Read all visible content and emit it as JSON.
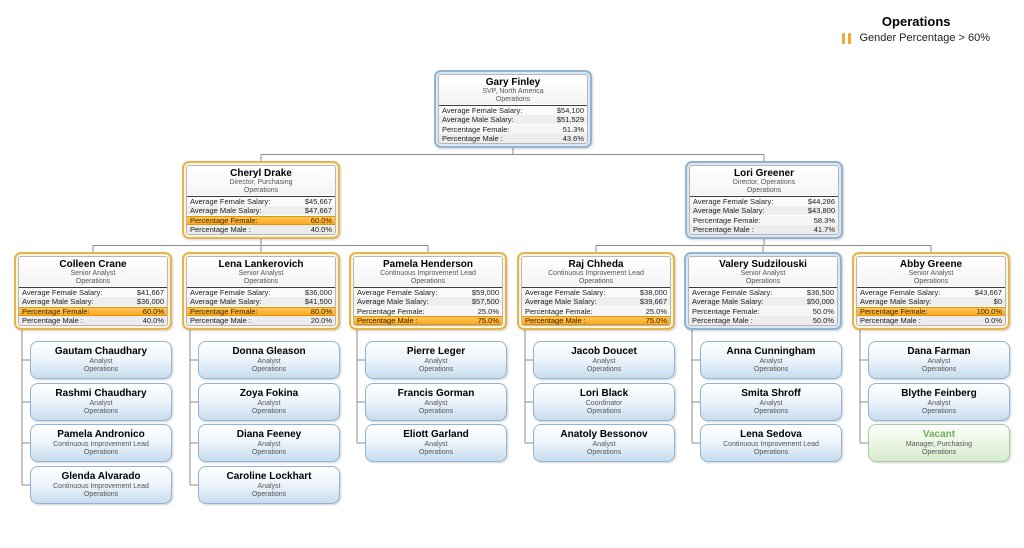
{
  "legend": {
    "title": "Operations",
    "item_label": "Gender Percentage > 60%",
    "bar_color": "#F0A830"
  },
  "row_labels": {
    "avg_female": "Average Female Salary:",
    "avg_male": "Average Male Salary:",
    "pct_female": "Percentage Female:",
    "pct_male": "Percentage Male :"
  },
  "colors": {
    "highlight_row": "#FFB434",
    "blue_node_border": "#92B4D2",
    "orange_node_border": "#E7B34C",
    "vacant_green": "#6FAE5A",
    "connector": "#8C8C8C"
  },
  "root": {
    "name": "Gary Finley",
    "title": "SVP, North America",
    "dept": "Operations",
    "avg_female_salary": "$54,100",
    "avg_male_salary": "$51,529",
    "pct_female": "51.3%",
    "pct_male": "43.6%",
    "style": "blue",
    "highlight": null,
    "children": [
      {
        "name": "Cheryl Drake",
        "title": "Director, Purchasing",
        "dept": "Operations",
        "avg_female_salary": "$45,667",
        "avg_male_salary": "$47,667",
        "pct_female": "60.0%",
        "pct_male": "40.0%",
        "style": "orange",
        "highlight": "female",
        "children": [
          {
            "name": "Colleen Crane",
            "title": "Senior Analyst",
            "dept": "Operations",
            "avg_female_salary": "$41,667",
            "avg_male_salary": "$36,000",
            "pct_female": "60.0%",
            "pct_male": "40.0%",
            "style": "orange",
            "highlight": "female",
            "reports": [
              {
                "name": "Gautam Chaudhary",
                "title": "Analyst",
                "dept": "Operations",
                "vacant": false
              },
              {
                "name": "Rashmi Chaudhary",
                "title": "Analyst",
                "dept": "Operations",
                "vacant": false
              },
              {
                "name": "Pamela Andronico",
                "title": "Continuous Improvement Lead",
                "dept": "Operations",
                "vacant": false
              },
              {
                "name": "Glenda Alvarado",
                "title": "Continuous Improvement Lead",
                "dept": "Operations",
                "vacant": false
              }
            ]
          },
          {
            "name": "Lena Lankerovich",
            "title": "Senior Analyst",
            "dept": "Operations",
            "avg_female_salary": "$36,000",
            "avg_male_salary": "$41,500",
            "pct_female": "80.0%",
            "pct_male": "20.0%",
            "style": "orange",
            "highlight": "female",
            "reports": [
              {
                "name": "Donna Gleason",
                "title": "Analyst",
                "dept": "Operations",
                "vacant": false
              },
              {
                "name": "Zoya Fokina",
                "title": "Analyst",
                "dept": "Operations",
                "vacant": false
              },
              {
                "name": "Diana Feeney",
                "title": "Analyst",
                "dept": "Operations",
                "vacant": false
              },
              {
                "name": "Caroline Lockhart",
                "title": "Analyst",
                "dept": "Operations",
                "vacant": false
              }
            ]
          },
          {
            "name": "Pamela Henderson",
            "title": "Continuous Improvement Lead",
            "dept": "Operations",
            "avg_female_salary": "$59,000",
            "avg_male_salary": "$57,500",
            "pct_female": "25.0%",
            "pct_male": "75.0%",
            "style": "orange",
            "highlight": "male",
            "reports": [
              {
                "name": "Pierre Leger",
                "title": "Analyst",
                "dept": "Operations",
                "vacant": false
              },
              {
                "name": "Francis Gorman",
                "title": "Analyst",
                "dept": "Operations",
                "vacant": false
              },
              {
                "name": "Eliott Garland",
                "title": "Analyst",
                "dept": "Operations",
                "vacant": false
              }
            ]
          }
        ]
      },
      {
        "name": "Lori Greener",
        "title": "Director, Operations",
        "dept": "Operations",
        "avg_female_salary": "$44,286",
        "avg_male_salary": "$43,800",
        "pct_female": "58.3%",
        "pct_male": "41.7%",
        "style": "blue",
        "highlight": null,
        "children": [
          {
            "name": "Raj Chheda",
            "title": "Continuous Improvement Lead",
            "dept": "Operations",
            "avg_female_salary": "$38,000",
            "avg_male_salary": "$39,667",
            "pct_female": "25.0%",
            "pct_male": "75.0%",
            "style": "orange",
            "highlight": "male",
            "reports": [
              {
                "name": "Jacob Doucet",
                "title": "Analyst",
                "dept": "Operations",
                "vacant": false
              },
              {
                "name": "Lori Black",
                "title": "Coordinator",
                "dept": "Operations",
                "vacant": false
              },
              {
                "name": "Anatoly Bessonov",
                "title": "Analyst",
                "dept": "Operations",
                "vacant": false
              }
            ]
          },
          {
            "name": "Valery Sudzilouski",
            "title": "Senior Analyst",
            "dept": "Operations",
            "avg_female_salary": "$36,500",
            "avg_male_salary": "$50,000",
            "pct_female": "50.0%",
            "pct_male": "50.0%",
            "style": "blue",
            "highlight": null,
            "reports": [
              {
                "name": "Anna Cunningham",
                "title": "Analyst",
                "dept": "Operations",
                "vacant": false
              },
              {
                "name": "Smita Shroff",
                "title": "Analyst",
                "dept": "Operations",
                "vacant": false
              },
              {
                "name": "Lena Sedova",
                "title": "Continuous Improvement Lead",
                "dept": "Operations",
                "vacant": false
              }
            ]
          },
          {
            "name": "Abby Greene",
            "title": "Senior Analyst",
            "dept": "Operations",
            "avg_female_salary": "$43,667",
            "avg_male_salary": "$0",
            "pct_female": "100.0%",
            "pct_male": "0.0%",
            "style": "orange",
            "highlight": "female",
            "reports": [
              {
                "name": "Dana Farman",
                "title": "Analyst",
                "dept": "Operations",
                "vacant": false
              },
              {
                "name": "Blythe Feinberg",
                "title": "Analyst",
                "dept": "Operations",
                "vacant": false
              },
              {
                "name": "Vacant",
                "title": "Manager, Purchasing",
                "dept": "Operations",
                "vacant": true
              }
            ]
          }
        ]
      }
    ]
  }
}
